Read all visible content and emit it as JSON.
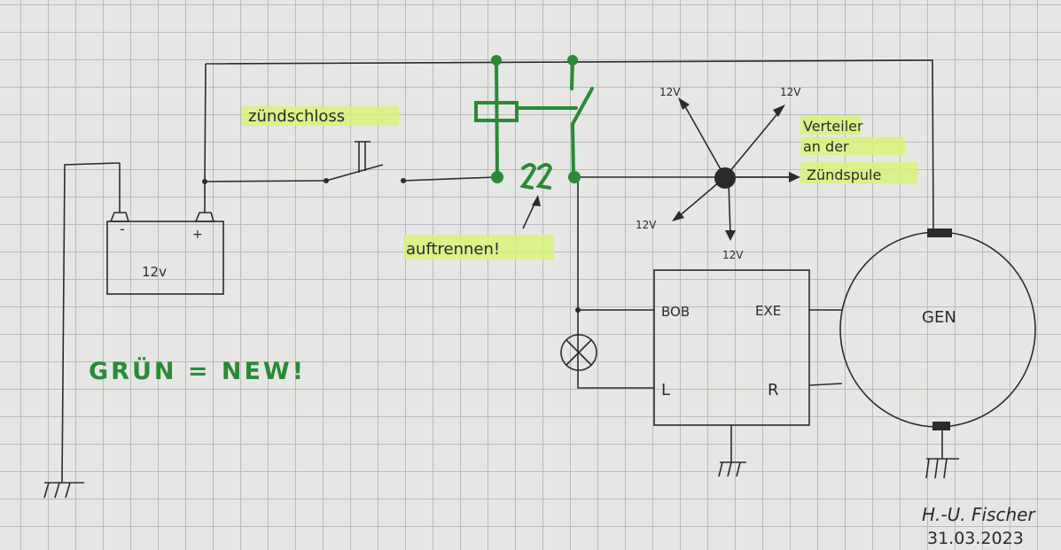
{
  "battery": {
    "label": "12v",
    "minus": "-",
    "plus": "+"
  },
  "ignition_switch": {
    "label": "zündschloss"
  },
  "cut_note": {
    "label": "auftrennen!"
  },
  "distributor": {
    "labels": [
      "12V",
      "12V",
      "12V",
      "12V"
    ],
    "note_lines": [
      "Verteiler",
      "an der",
      "Zündspule"
    ]
  },
  "regulator": {
    "terminals": {
      "bob": "BOB",
      "exe": "EXE",
      "l": "L",
      "r": "R"
    }
  },
  "generator": {
    "label": "GEN"
  },
  "legend": {
    "text": "GRÜN = NEW!"
  },
  "signature": {
    "name": "H.-U. Fischer",
    "date": "31.03.2023"
  },
  "colors": {
    "ink": "#2b2b2b",
    "green": "#2a8a35",
    "highlight": "#d8f27a"
  }
}
